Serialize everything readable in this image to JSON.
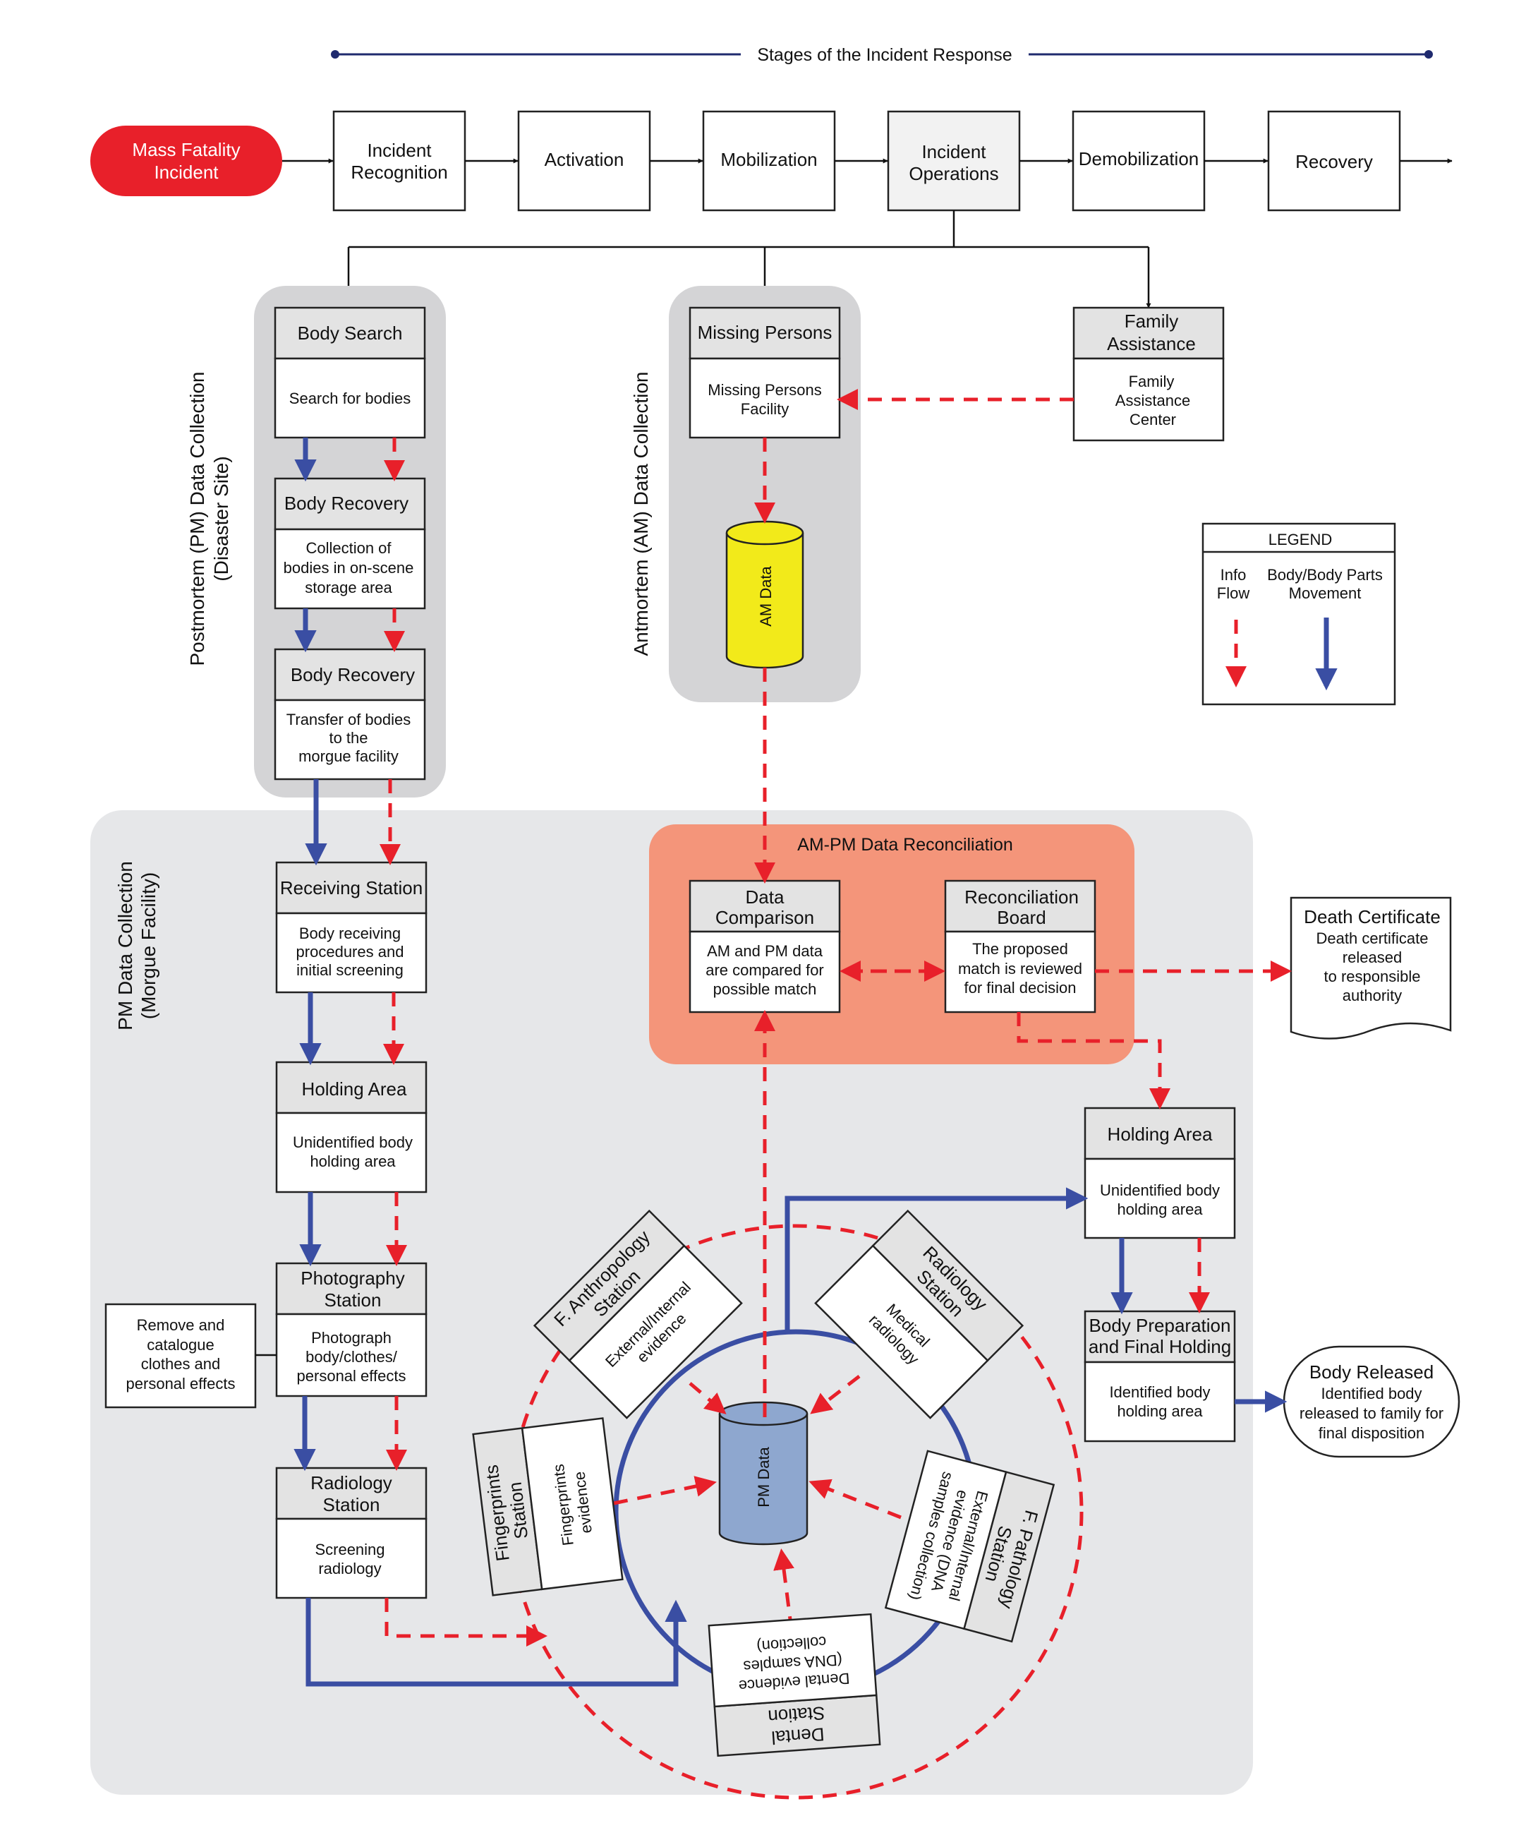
{
  "colors": {
    "incident_red": "#e8202a",
    "info_flow_red": "#e8202a",
    "body_movement_blue": "#3a4ea3",
    "navy_line": "#1f2a6e",
    "panel_gray": "#d4d4d6",
    "morgue_gray": "#e6e7e9",
    "reconciliation_salmon": "#f4957a",
    "am_data_yellow": "#f2ea1a",
    "pm_data_blue": "#8ea7cf"
  },
  "stages_header": "Stages of the Incident Response",
  "stages": [
    {
      "line1": "Mass Fatality",
      "line2": "Incident"
    },
    {
      "line1": "Incident",
      "line2": "Recognition"
    },
    {
      "line1": "Activation",
      "line2": ""
    },
    {
      "line1": "Mobilization",
      "line2": ""
    },
    {
      "line1": "Incident",
      "line2": "Operations"
    },
    {
      "line1": "Demobilization",
      "line2": ""
    },
    {
      "line1": "Recovery",
      "line2": ""
    }
  ],
  "pm_disaster": {
    "side_label_1": "Postmortem (PM) Data Collection",
    "side_label_2": "(Disaster Site)",
    "body_search": {
      "title": "Body Search",
      "line1": "Search for bodies"
    },
    "body_recovery_1": {
      "title": "Body Recovery",
      "line1": "Collection of",
      "line2": "bodies in on-scene",
      "line3": "storage area"
    },
    "body_recovery_2": {
      "title": "Body Recovery",
      "line1": "Transfer of bodies",
      "line2": "to the",
      "line3": "morgue facility"
    }
  },
  "am": {
    "side_label": "Antmortem (AM) Data Collection",
    "missing_persons": {
      "title": "Missing Persons",
      "line1": "Missing Persons",
      "line2": "Facility"
    },
    "am_data": "AM Data"
  },
  "family_assistance": {
    "title1": "Family",
    "title2": "Assistance",
    "line1": "Family",
    "line2": "Assistance",
    "line3": "Center"
  },
  "legend": {
    "title": "LEGEND",
    "info1": "Info",
    "info2": "Flow",
    "body1": "Body/Body Parts",
    "body2": "Movement"
  },
  "morgue": {
    "side_label_1": "PM Data Collection",
    "side_label_2": "(Morgue Facility)",
    "receiving": {
      "title": "Receiving Station",
      "line1": "Body receiving",
      "line2": "procedures and",
      "line3": "initial screening"
    },
    "holding": {
      "title": "Holding Area",
      "line1": "Unidentified body",
      "line2": "holding area"
    },
    "photography": {
      "title1": "Photography",
      "title2": "Station",
      "line1": "Photograph",
      "line2": "body/clothes/",
      "line3": "personal effects"
    },
    "remove_note": {
      "line1": "Remove and",
      "line2": "catalogue",
      "line3": "clothes and",
      "line4": "personal effects"
    },
    "radiology": {
      "title1": "Radiology",
      "title2": "Station",
      "line1": "Screening",
      "line2": "radiology"
    },
    "pm_data": "PM Data",
    "anthropology": {
      "title1": "F. Anthropology",
      "title2": "Station",
      "line1": "External/Internal",
      "line2": "evidence"
    },
    "radiology_ring": {
      "title1": "Radiology",
      "title2": "Station",
      "line1": "Medical",
      "line2": "radiology"
    },
    "fingerprints": {
      "title1": "Fingerprints",
      "title2": "Station",
      "line1": "Fingerprints",
      "line2": "evidence"
    },
    "pathology": {
      "title1": "F. Pathology",
      "title2": "Station",
      "line1": "External/Internal",
      "line2": "evidence (DNA",
      "line3": "samples collection)"
    },
    "dental": {
      "title1": "Dental",
      "title2": "Station",
      "line1": "Dental evidence",
      "line2": "(DNA samples",
      "line3": "collection)"
    }
  },
  "reconciliation": {
    "title": "AM-PM Data Reconciliation",
    "data_comparison": {
      "title1": "Data",
      "title2": "Comparison",
      "line1": "AM and PM data",
      "line2": "are compared for",
      "line3": "possible match"
    },
    "board": {
      "title1": "Reconciliation",
      "title2": "Board",
      "line1": "The proposed",
      "line2": "match is reviewed",
      "line3": "for final decision"
    }
  },
  "death_certificate": {
    "title": "Death Certificate",
    "line1": "Death certificate",
    "line2": "released",
    "line3": "to responsible",
    "line4": "authority"
  },
  "holding_right": {
    "title": "Holding Area",
    "line1": "Unidentified body",
    "line2": "holding area"
  },
  "body_prep": {
    "title1": "Body Preparation",
    "title2": "and Final Holding",
    "line1": "Identified body",
    "line2": "holding area"
  },
  "body_released": {
    "title": "Body Released",
    "line1": "Identified body",
    "line2": "released to family for",
    "line3": "final disposition"
  }
}
